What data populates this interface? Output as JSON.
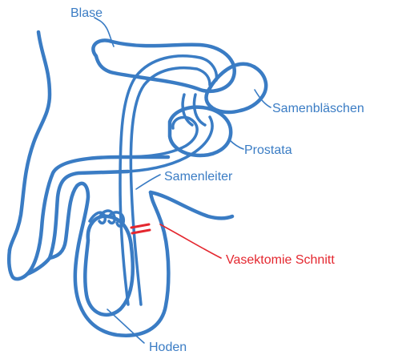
{
  "labels": {
    "blase": "Blase",
    "samenblaeschen": "Samenbläschen",
    "prostata": "Prostata",
    "samenleiter": "Samenleiter",
    "vasektomie": "Vasektomie Schnitt",
    "hoden": "Hoden"
  },
  "colors": {
    "outline": "#3a7cc4",
    "highlight": "#e4272f",
    "background": "#ffffff"
  }
}
